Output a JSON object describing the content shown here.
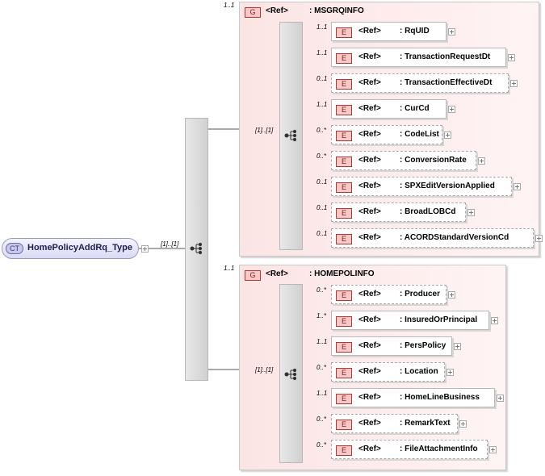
{
  "root": {
    "badge": "CT",
    "name": "HomePolicyAddRq_Type",
    "occurrence": "[1]..[1]"
  },
  "groups": [
    {
      "badge": "G",
      "ref": "<Ref>",
      "name": ": MSGRQINFO",
      "cardinality": "1..1",
      "occurrence": "[1]..[1]",
      "elements": [
        {
          "badge": "E",
          "ref": "<Ref>",
          "name": ": RqUID",
          "cardinality": "1..1",
          "optional": false
        },
        {
          "badge": "E",
          "ref": "<Ref>",
          "name": ": TransactionRequestDt",
          "cardinality": "1..1",
          "optional": false
        },
        {
          "badge": "E",
          "ref": "<Ref>",
          "name": ": TransactionEffectiveDt",
          "cardinality": "0..1",
          "optional": true
        },
        {
          "badge": "E",
          "ref": "<Ref>",
          "name": ": CurCd",
          "cardinality": "1..1",
          "optional": false
        },
        {
          "badge": "E",
          "ref": "<Ref>",
          "name": ": CodeList",
          "cardinality": "0..*",
          "optional": true
        },
        {
          "badge": "E",
          "ref": "<Ref>",
          "name": ": ConversionRate",
          "cardinality": "0..*",
          "optional": true
        },
        {
          "badge": "E",
          "ref": "<Ref>",
          "name": ": SPXEditVersionApplied",
          "cardinality": "0..1",
          "optional": true
        },
        {
          "badge": "E",
          "ref": "<Ref>",
          "name": ": BroadLOBCd",
          "cardinality": "0..1",
          "optional": true
        },
        {
          "badge": "E",
          "ref": "<Ref>",
          "name": ": ACORDStandardVersionCd",
          "cardinality": "0..1",
          "optional": true
        }
      ]
    },
    {
      "badge": "G",
      "ref": "<Ref>",
      "name": ": HOMEPOLINFO",
      "cardinality": "1..1",
      "occurrence": "[1]..[1]",
      "elements": [
        {
          "badge": "E",
          "ref": "<Ref>",
          "name": ": Producer",
          "cardinality": "0..*",
          "optional": true
        },
        {
          "badge": "E",
          "ref": "<Ref>",
          "name": ": InsuredOrPrincipal",
          "cardinality": "1..*",
          "optional": false
        },
        {
          "badge": "E",
          "ref": "<Ref>",
          "name": ": PersPolicy",
          "cardinality": "1..1",
          "optional": false
        },
        {
          "badge": "E",
          "ref": "<Ref>",
          "name": ": Location",
          "cardinality": "0..*",
          "optional": true
        },
        {
          "badge": "E",
          "ref": "<Ref>",
          "name": ": HomeLineBusiness",
          "cardinality": "1..1",
          "optional": false
        },
        {
          "badge": "E",
          "ref": "<Ref>",
          "name": ": RemarkText",
          "cardinality": "0..*",
          "optional": true
        },
        {
          "badge": "E",
          "ref": "<Ref>",
          "name": ": FileAttachmentInfo",
          "cardinality": "0..*",
          "optional": true
        }
      ]
    }
  ],
  "colors": {
    "group_fill": "#fbe4e4",
    "badge_fill": "#f7c8c8",
    "badge_border": "#bb3333",
    "complex_type_fill": "#dadaf5"
  }
}
